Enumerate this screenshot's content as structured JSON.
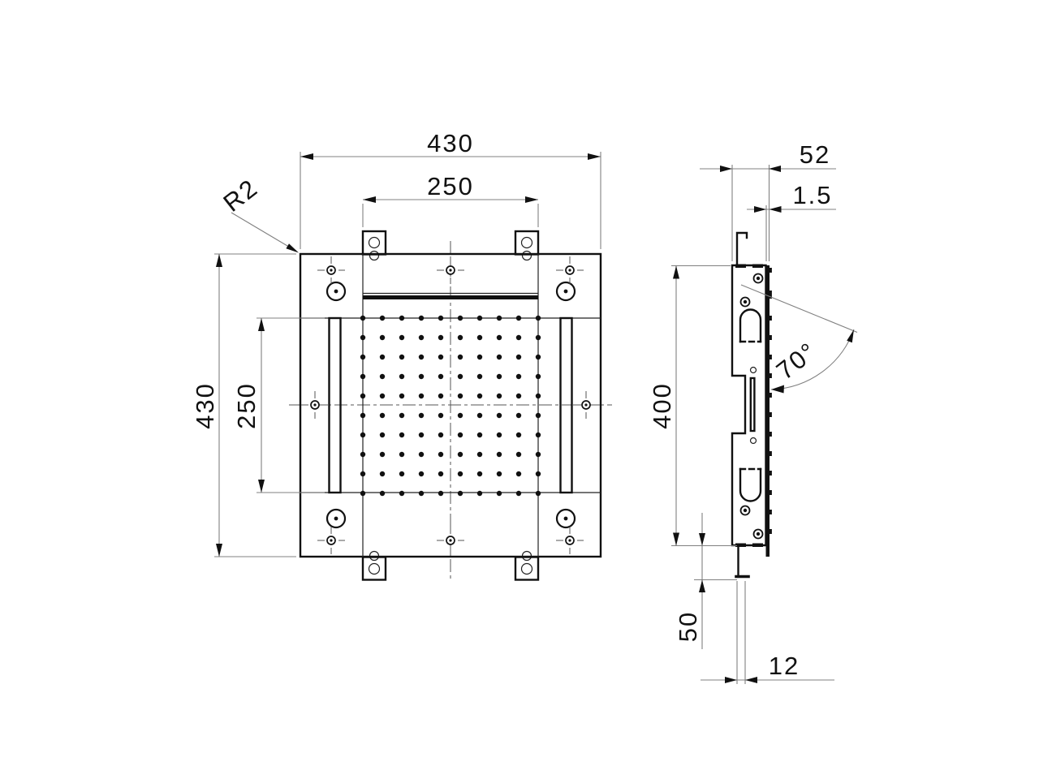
{
  "drawing": {
    "kind": "shower-head technical drawing",
    "front_view": {
      "dimensions": {
        "overall_width": "430",
        "inner_width": "250",
        "overall_height": "430",
        "inner_height": "250",
        "corner_radius": "R2"
      },
      "nozzle_grid": {
        "rows": 10,
        "cols": 10
      }
    },
    "side_view": {
      "dimensions": {
        "depth": "52",
        "panel_thickness": "1.5",
        "frame_height": "400",
        "spray_angle": "70°",
        "outlet_drop": "50",
        "outlet_width": "12"
      }
    }
  }
}
